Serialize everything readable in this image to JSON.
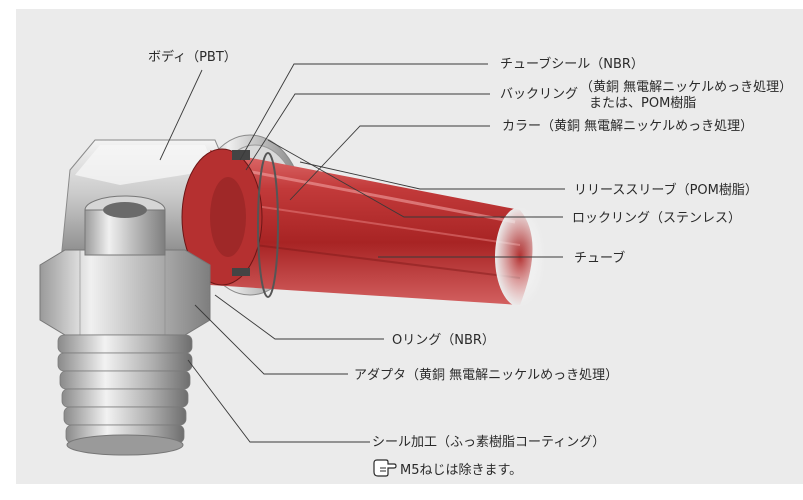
{
  "labels": {
    "body": "ボディ（PBT）",
    "tube_seal": "チューブシール（NBR）",
    "backing_ring_1": "バックリング",
    "backing_ring_2": "（黄銅 無電解ニッケルめっき処理）",
    "backing_ring_3": "または、POM樹脂",
    "collar": "カラー（黄銅 無電解ニッケルめっき処理）",
    "release_sleeve": "リリーススリーブ（POM樹脂）",
    "lock_ring": "ロックリング（ステンレス）",
    "tube": "チューブ",
    "o_ring": "Oリング（NBR）",
    "adapter": "アダプタ（黄銅 無電解ニッケルめっき処理）",
    "seal_coating": "シール加工（ふっ素樹脂コーティング）",
    "note": "M5ねじは除きます。"
  },
  "icons": {
    "note": "pointing-hand-icon"
  },
  "colors": {
    "background": "#ebebeb",
    "tube": "#b42a2a",
    "leader": "#3a3a3a"
  }
}
